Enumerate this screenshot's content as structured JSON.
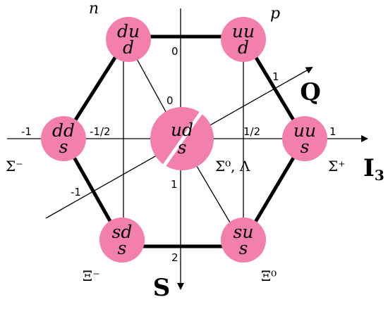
{
  "nodes": {
    "n": {
      "top": "du",
      "bottom": "d",
      "name": "n"
    },
    "p": {
      "top": "uu",
      "bottom": "d",
      "name": "p"
    },
    "sigma_minus": {
      "top": "dd",
      "bottom": "s",
      "name": "Σ⁻"
    },
    "center": {
      "top": "ud",
      "bottom": "s",
      "name": "Σ⁰, Λ"
    },
    "sigma_plus": {
      "top": "uu",
      "bottom": "s",
      "name": "Σ⁺"
    },
    "xi_minus": {
      "top": "sd",
      "bottom": "s",
      "name": "Ξ⁻"
    },
    "xi_zero": {
      "top": "su",
      "bottom": "s",
      "name": "Ξ⁰"
    }
  },
  "axes": {
    "i3": {
      "main": "I",
      "sub": "3"
    },
    "s": {
      "label": "S"
    },
    "q": {
      "label": "Q"
    }
  },
  "ticks": {
    "i3_minus1": "-1",
    "i3_minus_half": "-1/2",
    "i3_plus_half": "1/2",
    "i3_plus1": "1",
    "s_0_top": "0",
    "s_0_center": "0",
    "s_1": "1",
    "s_2": "2",
    "q_plus1": "1",
    "q_minus1": "-1"
  },
  "colors": {
    "node_fill": "#f27fac",
    "line": "#000000"
  }
}
